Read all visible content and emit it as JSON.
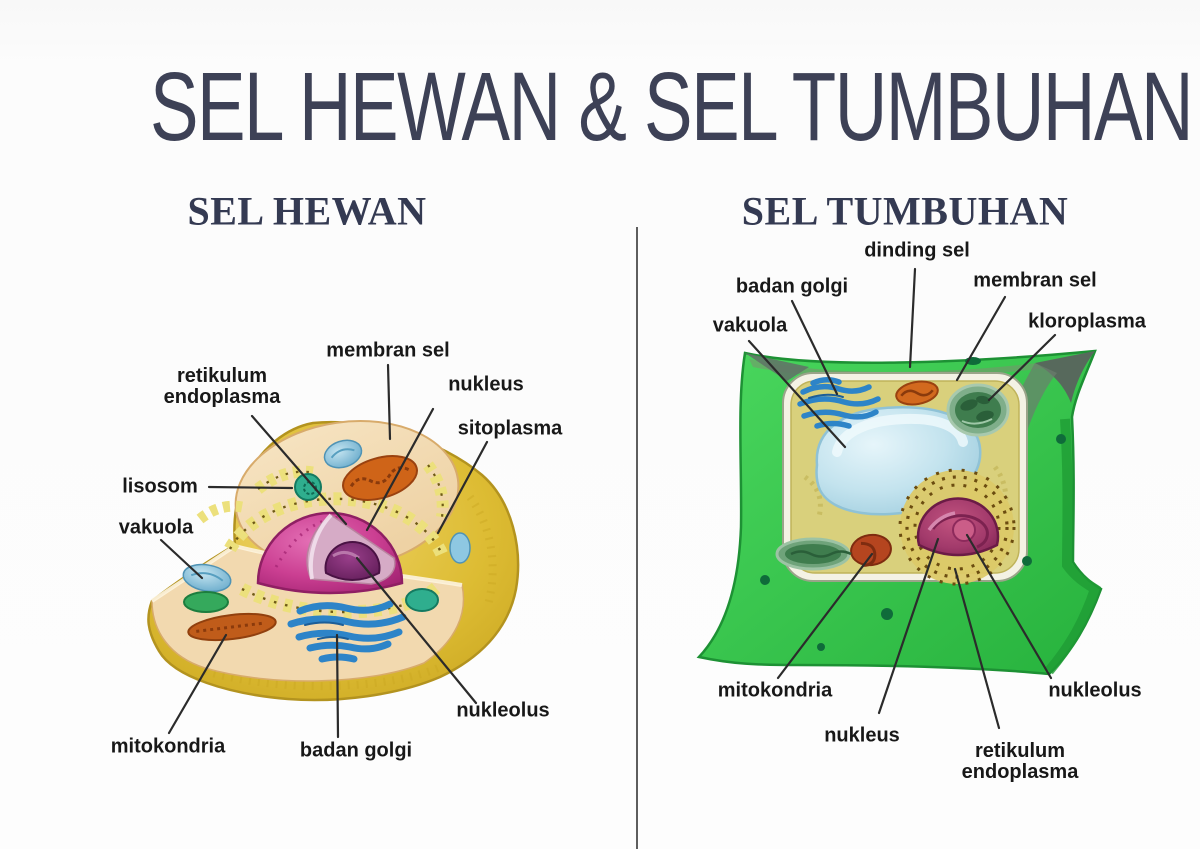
{
  "page": {
    "title": "SEL HEWAN & SEL TUMBUHAN",
    "palette": {
      "title_color": "#3d4156",
      "heading_color": "#343a52",
      "label_color": "#181818",
      "divider_color": "#5e5e5e",
      "background": "#fcfcfc",
      "animal_membrane_gold": "#ddbc33",
      "animal_cytoplasm_peach": "#f4dfba",
      "animal_nucleus_pink": "#cb3f92",
      "animal_nucleolus_purple": "#5c1a54",
      "plant_wall_green": "#33cf4a",
      "plant_cytoplasm_tan": "#d9d07c",
      "plant_vacuole_blue": "#c3e3ee",
      "plant_nucleus_magenta": "#a23a6b"
    }
  },
  "animal": {
    "heading": "SEL HEWAN",
    "labels": [
      {
        "text": "membran sel"
      },
      {
        "text": "retikulum endoplasma"
      },
      {
        "text": "nukleus"
      },
      {
        "text": "sitoplasma"
      },
      {
        "text": "lisosom"
      },
      {
        "text": "vakuola"
      },
      {
        "text": "mitokondria"
      },
      {
        "text": "badan golgi"
      },
      {
        "text": "nukleolus"
      }
    ]
  },
  "plant": {
    "heading": "SEL TUMBUHAN",
    "labels": [
      {
        "text": "dinding sel"
      },
      {
        "text": "badan golgi"
      },
      {
        "text": "membran sel"
      },
      {
        "text": "vakuola"
      },
      {
        "text": "kloroplasma"
      },
      {
        "text": "mitokondria"
      },
      {
        "text": "nukleus"
      },
      {
        "text": "retikulum endoplasma"
      },
      {
        "text": "nukleolus"
      }
    ]
  }
}
